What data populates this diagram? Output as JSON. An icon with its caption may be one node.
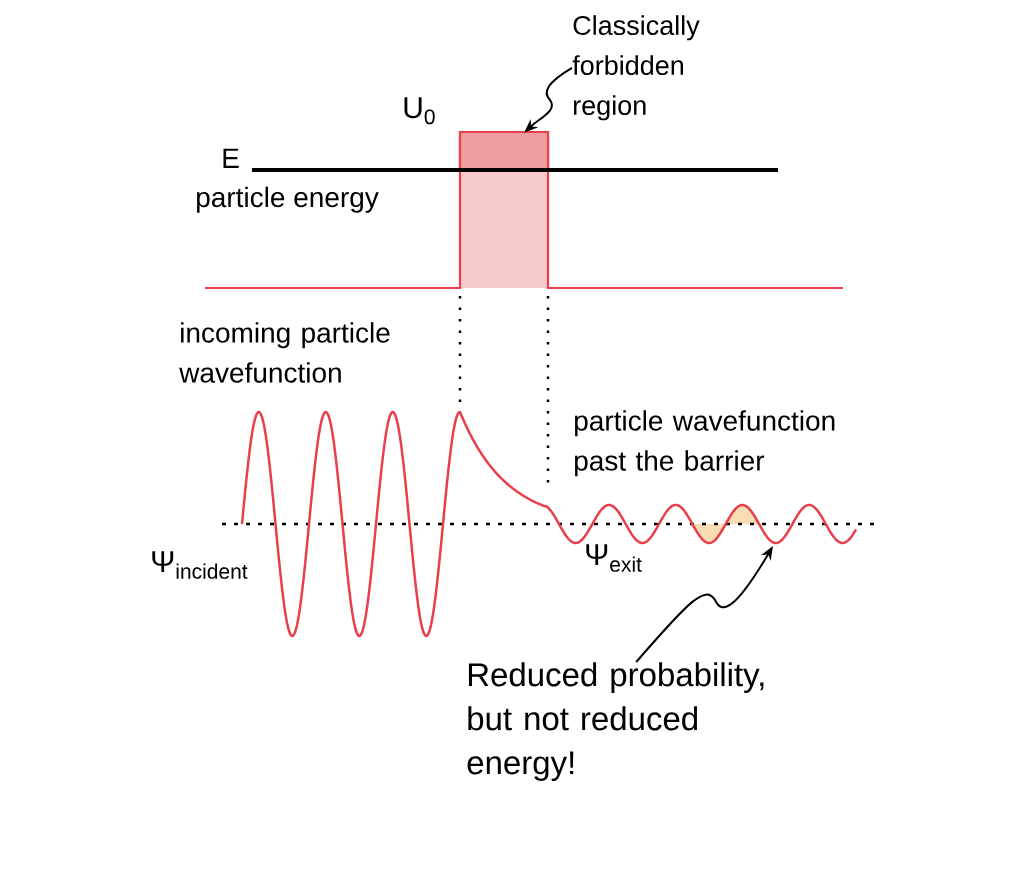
{
  "diagram": {
    "nodes": [
      {
        "text": [
          "Classically forbidden region"
        ]
      },
      {
        "text": [],
        "shape": "box"
      },
      {
        "text": [
          "Reduced probability, but not reduced energy!"
        ]
      }
    ],
    "edges": [
      {
        "from": 0,
        "to": 1,
        "arrow": "to"
      },
      {
        "from": 2,
        "to": null,
        "arrow": "to"
      }
    ],
    "labels": [
      "U$_{0}$",
      "E",
      "particle energy",
      "incoming particle wavefunction",
      "particle wavefunction past the barrier",
      "Ψ$_{incident}$",
      "Ψ$_{exit}$"
    ]
  }
}
